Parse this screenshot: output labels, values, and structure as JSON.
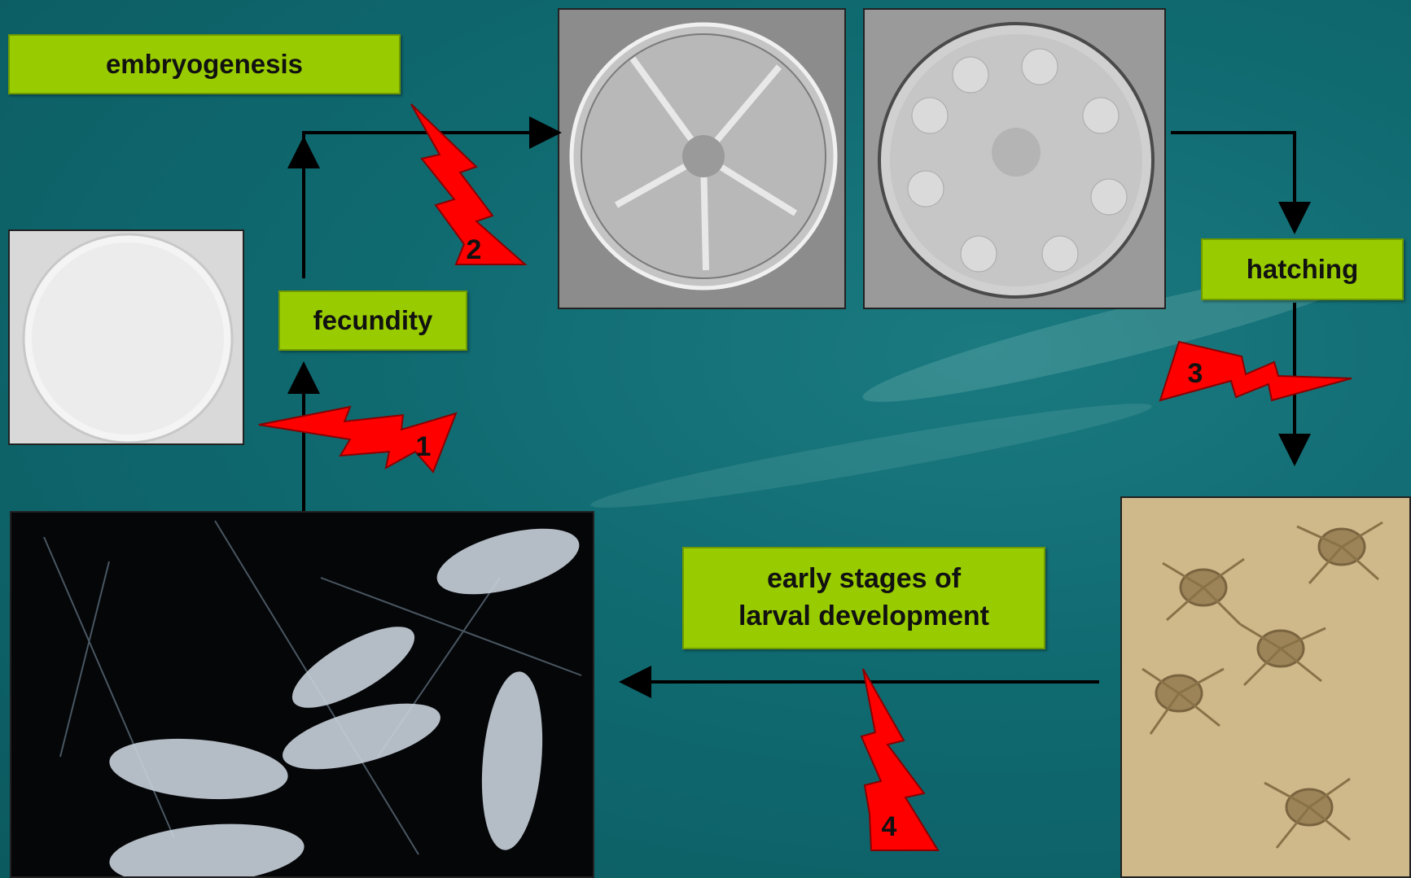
{
  "labels": {
    "embryogenesis": "embryogenesis",
    "fecundity": "fecundity",
    "hatching": "hatching",
    "larval": [
      "early stages of",
      "larval development"
    ]
  },
  "bolts": {
    "b1": "1",
    "b2": "2",
    "b3": "3",
    "b4": "4"
  },
  "colors": {
    "label_fill": "#99cc00",
    "bolt_fill": "#ff0000",
    "background": "#0f6a70"
  }
}
